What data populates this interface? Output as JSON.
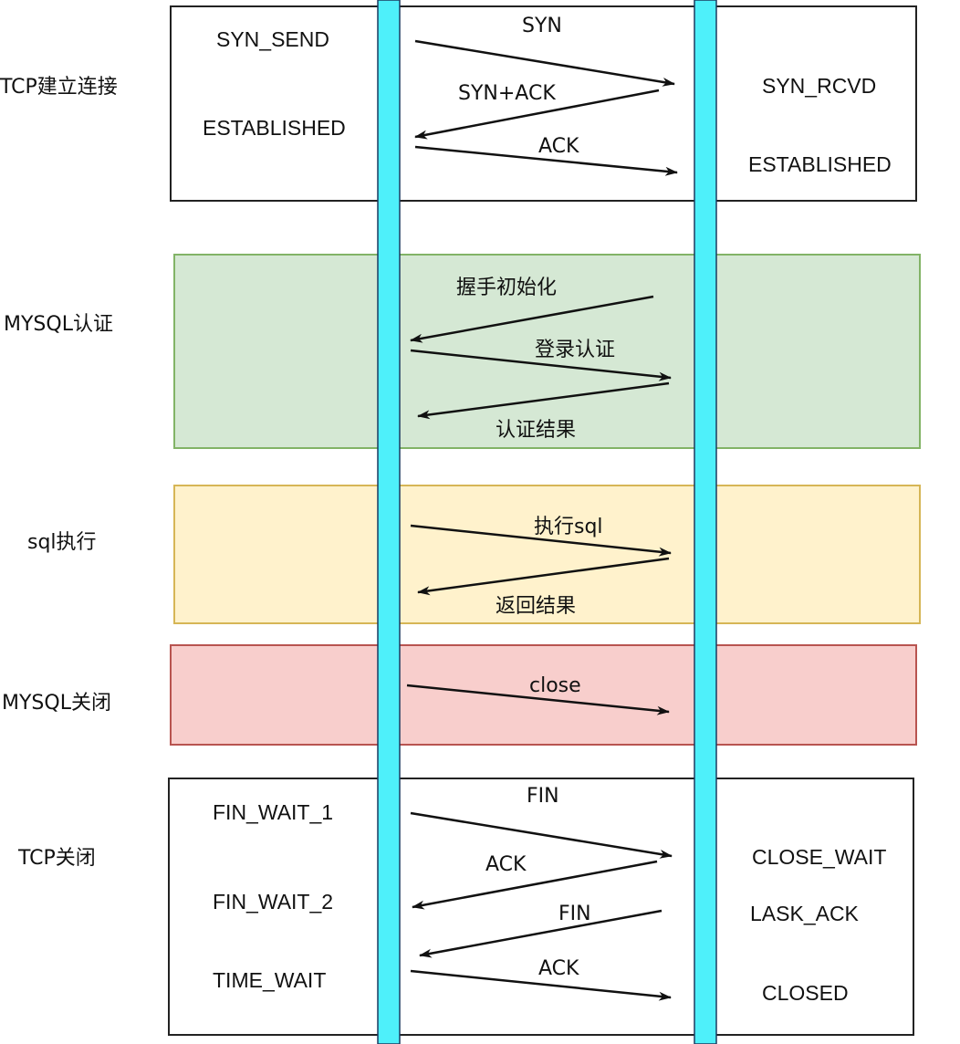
{
  "colors": {
    "lifeline": "#4ef0fa",
    "lifeline_border": "#1c3a60",
    "tcp_fill": "#ffffff",
    "tcp_stroke": "#222222",
    "auth_fill": "#d5e8d4",
    "auth_stroke": "#82b366",
    "exec_fill": "#fff2cc",
    "exec_stroke": "#d6b656",
    "close_fill": "#f8cecc",
    "close_stroke": "#b85450",
    "arrow": "#111111"
  },
  "phases": [
    {
      "id": "tcp-connect",
      "label": "TCP建立连接",
      "left_states": [
        "SYN_SEND",
        "ESTABLISHED"
      ],
      "right_states": [
        "SYN_RCVD",
        "ESTABLISHED"
      ],
      "messages": [
        {
          "label": "SYN",
          "direction": "client-to-server"
        },
        {
          "label": "SYN+ACK",
          "direction": "server-to-client"
        },
        {
          "label": "ACK",
          "direction": "client-to-server"
        }
      ]
    },
    {
      "id": "mysql-auth",
      "label": "MYSQL认证",
      "left_states": [],
      "right_states": [],
      "messages": [
        {
          "label": "握手初始化",
          "direction": "server-to-client"
        },
        {
          "label": "登录认证",
          "direction": "client-to-server"
        },
        {
          "label": "认证结果",
          "direction": "server-to-client"
        }
      ]
    },
    {
      "id": "sql-exec",
      "label": "sql执行",
      "left_states": [],
      "right_states": [],
      "messages": [
        {
          "label": "执行sql",
          "direction": "client-to-server"
        },
        {
          "label": "返回结果",
          "direction": "server-to-client"
        }
      ]
    },
    {
      "id": "mysql-close",
      "label": "MYSQL关闭",
      "left_states": [],
      "right_states": [],
      "messages": [
        {
          "label": "close",
          "direction": "client-to-server"
        }
      ]
    },
    {
      "id": "tcp-close",
      "label": "TCP关闭",
      "left_states": [
        "FIN_WAIT_1",
        "FIN_WAIT_2",
        "TIME_WAIT"
      ],
      "right_states": [
        "CLOSE_WAIT",
        "LASK_ACK",
        "CLOSED"
      ],
      "messages": [
        {
          "label": "FIN",
          "direction": "client-to-server"
        },
        {
          "label": "ACK",
          "direction": "server-to-client"
        },
        {
          "label": "FIN",
          "direction": "server-to-client"
        },
        {
          "label": "ACK",
          "direction": "client-to-server"
        }
      ]
    }
  ]
}
